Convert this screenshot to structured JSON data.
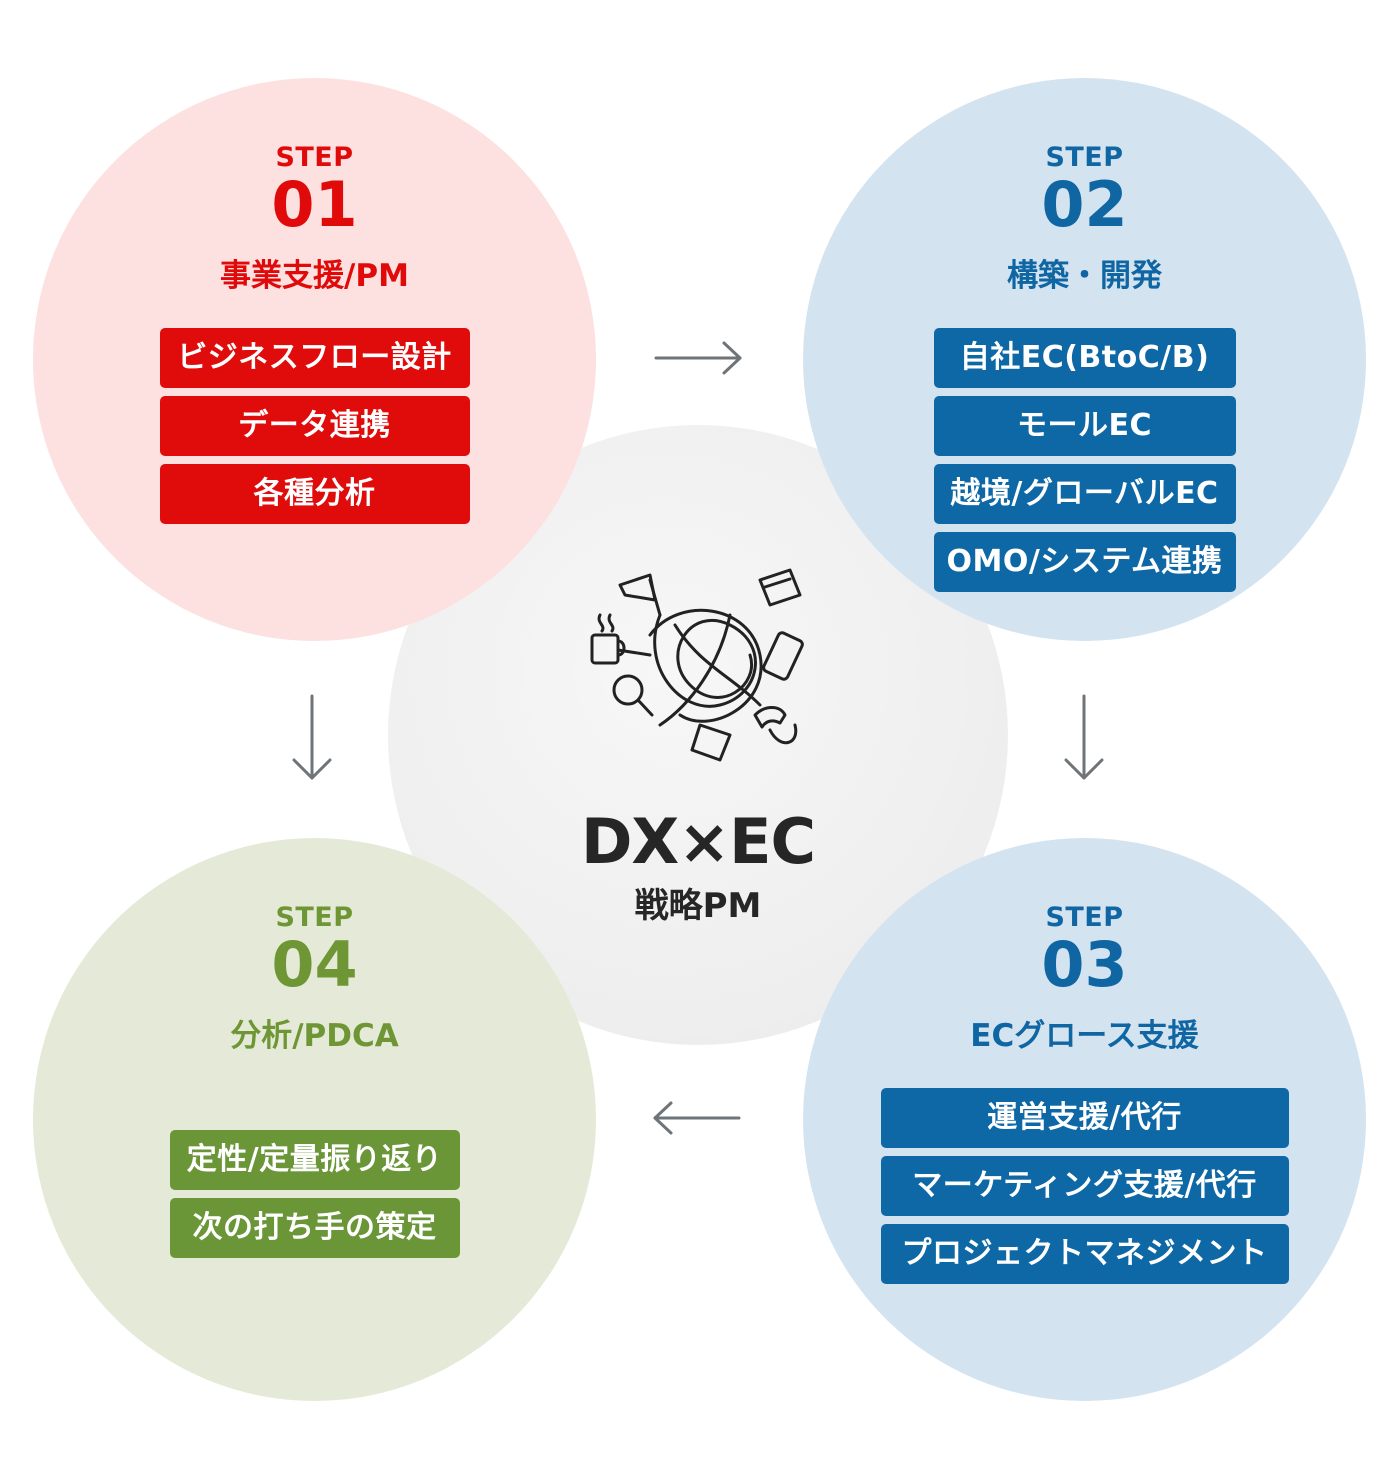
{
  "center": {
    "title": "DX×EC",
    "subtitle": "戦略PM",
    "icon": "tangled-hands-illustration-icon"
  },
  "steps": [
    {
      "label": "STEP",
      "number": "01",
      "title": "事業支援/PM",
      "color": "#e10a0a",
      "items": [
        "ビジネスフロー設計",
        "データ連携",
        "各種分析"
      ]
    },
    {
      "label": "STEP",
      "number": "02",
      "title": "構築・開発",
      "color": "#0f66a3",
      "items": [
        "自社EC(BtoC/B)",
        "モールEC",
        "越境/グローバルEC",
        "OMO/システム連携"
      ]
    },
    {
      "label": "STEP",
      "number": "03",
      "title": "ECグロース支援",
      "color": "#0f66a3",
      "items": [
        "運営支援/代行",
        "マーケティング支援/代行",
        "プロジェクトマネジメント"
      ]
    },
    {
      "label": "STEP",
      "number": "04",
      "title": "分析/PDCA",
      "color": "#6e9634",
      "items": [
        "定性/定量振り返り",
        "次の打ち手の策定"
      ]
    }
  ],
  "arrows": [
    "arrow-right-icon",
    "arrow-down-icon",
    "arrow-down-icon",
    "arrow-left-icon"
  ],
  "colors": {
    "arrow": "#6e7478",
    "center_text": "#262626"
  }
}
